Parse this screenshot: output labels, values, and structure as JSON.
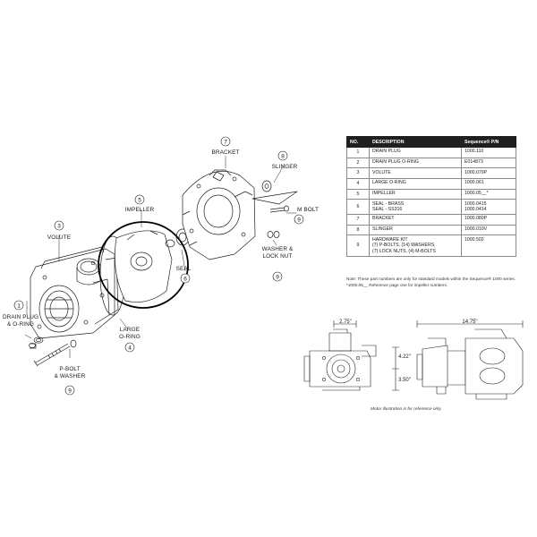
{
  "callouts": {
    "drain_plug": {
      "num": "1",
      "line1": "DRAIN PLUG",
      "line2": "& O-RING"
    },
    "volute": {
      "num": "3",
      "line1": "VOLUTE"
    },
    "large_oring": {
      "num": "4",
      "line1": "LARGE",
      "line2": "O-RING"
    },
    "impeller": {
      "num": "5",
      "line1": "IMPELLER"
    },
    "seal": {
      "num": "6",
      "line1": "SEAL"
    },
    "bracket": {
      "num": "7",
      "line1": "BRACKET"
    },
    "slinger": {
      "num": "8",
      "line1": "SLINGER"
    },
    "m_bolt": {
      "num": "9",
      "line1": "M BOLT"
    },
    "washer_lock": {
      "num": "9",
      "line1": "WASHER &",
      "line2": "LOCK NUT"
    },
    "p_bolt": {
      "num": "9",
      "line1": "P-BOLT",
      "line2": "& WASHER"
    }
  },
  "table": {
    "headers": {
      "no": "NO.",
      "description": "DESCRIPTION",
      "pn": "Sequence® P/N"
    },
    "rows": [
      {
        "no": "1",
        "desc": [
          "DRAIN PLUG"
        ],
        "pn": [
          "1000.110"
        ]
      },
      {
        "no": "2",
        "desc": [
          "DRAIN PLUG O-RING"
        ],
        "pn": [
          "E014873"
        ]
      },
      {
        "no": "3",
        "desc": [
          "VOLUTE"
        ],
        "pn": [
          "1000.079P"
        ]
      },
      {
        "no": "4",
        "desc": [
          "LARGE O-RING"
        ],
        "pn": [
          "1000.061"
        ]
      },
      {
        "no": "5",
        "desc": [
          "IMPELLER"
        ],
        "pn": [
          "1000.05__*"
        ]
      },
      {
        "no": "6",
        "desc": [
          "SEAL - BRASS",
          "SEAL - SS316"
        ],
        "pn": [
          "1000.0415",
          "1000.0414"
        ]
      },
      {
        "no": "7",
        "desc": [
          "BRACKET"
        ],
        "pn": [
          "1000.080P"
        ]
      },
      {
        "no": "8",
        "desc": [
          "SLINGER"
        ],
        "pn": [
          "1000.010V"
        ]
      },
      {
        "no": "9",
        "desc": [
          "HARDWARE KIT",
          "(7) P-BOLTS, (14) WASHERS,",
          "(7) LOCK NUTS, (4) M-BOLTS"
        ],
        "pn": [
          "1000.502"
        ]
      }
    ],
    "note": "Note: These part numbers are only for standard models within the Sequence® 1000 series. *1000.05__ Reference page one for impeller numbers."
  },
  "dimensions": {
    "width_small": "2.75\"",
    "height_upper": "4.22\"",
    "height_lower": "3.50\"",
    "length": "14.75\""
  },
  "caption": "Motor illustration is for reference only."
}
